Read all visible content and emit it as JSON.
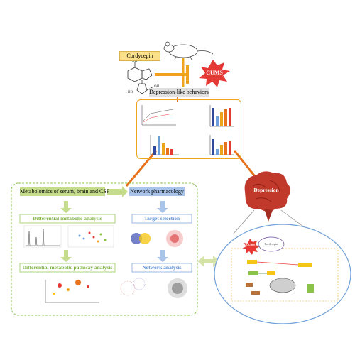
{
  "top": {
    "compound_label": "Cordycepin",
    "stress_label": "CUMS",
    "behavior_label": "Depression-like behaviors"
  },
  "left_panel": {
    "header": "Metabolomics of serum, brain and CSF",
    "differential_metabolic": "Differential metabolic analysis",
    "pathway_analysis": "Differential metabolic pathway analysis"
  },
  "middle_panel": {
    "header": "Network pharmacology",
    "target_selection": "Target selection",
    "network_analysis": "Network analysis"
  },
  "right_panel": {
    "brain_label": "Depression",
    "inner_cums": "CUMS",
    "inner_compound": "Cordycepin"
  },
  "colors": {
    "orange": "#e8721c",
    "green": "#8bc34a",
    "blue": "#6f9fd8",
    "light_green_arrow": "#c5dc8c",
    "brain": "#c0392b"
  }
}
